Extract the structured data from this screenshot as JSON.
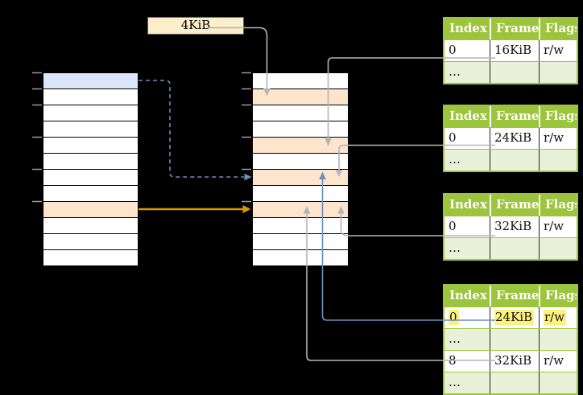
{
  "legend_box": {
    "label": "4KiB"
  },
  "virtual_memory_table": {
    "row_count": 12,
    "highlighted_rows": [
      {
        "index": 0,
        "color": "blue"
      },
      {
        "index": 8,
        "color": "orange"
      }
    ]
  },
  "physical_memory_table": {
    "row_count": 12,
    "highlighted_rows": [
      {
        "index": 1,
        "color": "orange"
      },
      {
        "index": 4,
        "color": "orange"
      },
      {
        "index": 6,
        "color": "orange"
      },
      {
        "index": 8,
        "color": "orange"
      }
    ]
  },
  "page_tables": [
    {
      "headers": [
        "Index",
        "Frame",
        "Flags"
      ],
      "rows": [
        {
          "cells": [
            "0",
            "16KiB",
            "r/w"
          ],
          "variant": "white",
          "highlight": false
        },
        {
          "cells": [
            "…",
            "",
            ""
          ],
          "variant": "green",
          "highlight": false
        }
      ]
    },
    {
      "headers": [
        "Index",
        "Frame",
        "Flags"
      ],
      "rows": [
        {
          "cells": [
            "0",
            "24KiB",
            "r/w"
          ],
          "variant": "white",
          "highlight": false
        },
        {
          "cells": [
            "…",
            "",
            ""
          ],
          "variant": "green",
          "highlight": false
        }
      ]
    },
    {
      "headers": [
        "Index",
        "Frame",
        "Flags"
      ],
      "rows": [
        {
          "cells": [
            "0",
            "32KiB",
            "r/w"
          ],
          "variant": "white",
          "highlight": false
        },
        {
          "cells": [
            "…",
            "",
            ""
          ],
          "variant": "green",
          "highlight": false
        }
      ]
    },
    {
      "headers": [
        "Index",
        "Frame",
        "Flags"
      ],
      "rows": [
        {
          "cells": [
            "0",
            "24KiB",
            "r/w"
          ],
          "variant": "white",
          "highlight": true
        },
        {
          "cells": [
            "…",
            "",
            ""
          ],
          "variant": "green",
          "highlight": false
        },
        {
          "cells": [
            "8",
            "32KiB",
            "r/w"
          ],
          "variant": "white",
          "highlight": false
        },
        {
          "cells": [
            "…",
            "",
            ""
          ],
          "variant": "green",
          "highlight": false
        }
      ]
    }
  ],
  "colors": {
    "header_green": "#9cc43c",
    "row_green": "#e9f1d8",
    "row_orange": "#fce5cc",
    "row_blue": "#d9e7f8",
    "box_cream": "#faeecb",
    "highlight_yellow": "#fcf37c",
    "accent_orange": "#d79b00",
    "accent_blue": "#6c8ebf",
    "line_gray": "#b5b5b5",
    "tick_gray": "#999999"
  }
}
